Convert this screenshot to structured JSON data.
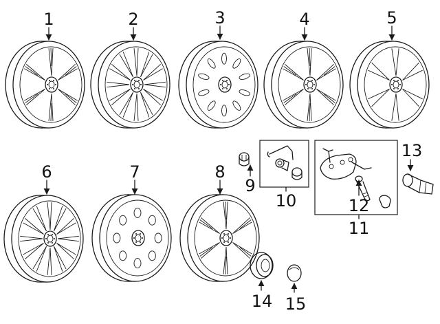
{
  "diagram": {
    "callouts": {
      "c1": "1",
      "c2": "2",
      "c3": "3",
      "c4": "4",
      "c5": "5",
      "c6": "6",
      "c7": "7",
      "c8": "8",
      "c9": "9",
      "c10": "10",
      "c11": "11",
      "c12": "12",
      "c13": "13",
      "c14": "14",
      "c15": "15"
    },
    "parts": [
      {
        "number": "1",
        "kind": "wheel",
        "spoke_style": "split-6"
      },
      {
        "number": "2",
        "kind": "wheel",
        "spoke_style": "multi-spoke"
      },
      {
        "number": "3",
        "kind": "wheel",
        "spoke_style": "slotted"
      },
      {
        "number": "4",
        "kind": "wheel",
        "spoke_style": "split-6"
      },
      {
        "number": "5",
        "kind": "wheel",
        "spoke_style": "wide-6"
      },
      {
        "number": "6",
        "kind": "wheel",
        "spoke_style": "multi-spoke"
      },
      {
        "number": "7",
        "kind": "wheel",
        "spoke_style": "steel"
      },
      {
        "number": "8",
        "kind": "wheel",
        "spoke_style": "split-6"
      },
      {
        "number": "9",
        "kind": "lug-nut"
      },
      {
        "number": "10",
        "kind": "lock-kit"
      },
      {
        "number": "11",
        "kind": "tpms-sensor-kit"
      },
      {
        "number": "12",
        "kind": "valve-stem"
      },
      {
        "number": "13",
        "kind": "valve-stem"
      },
      {
        "number": "14",
        "kind": "center-cap"
      },
      {
        "number": "15",
        "kind": "center-cap-small"
      }
    ],
    "colors": {
      "ink": "#1a1a1a",
      "background": "#ffffff"
    }
  }
}
